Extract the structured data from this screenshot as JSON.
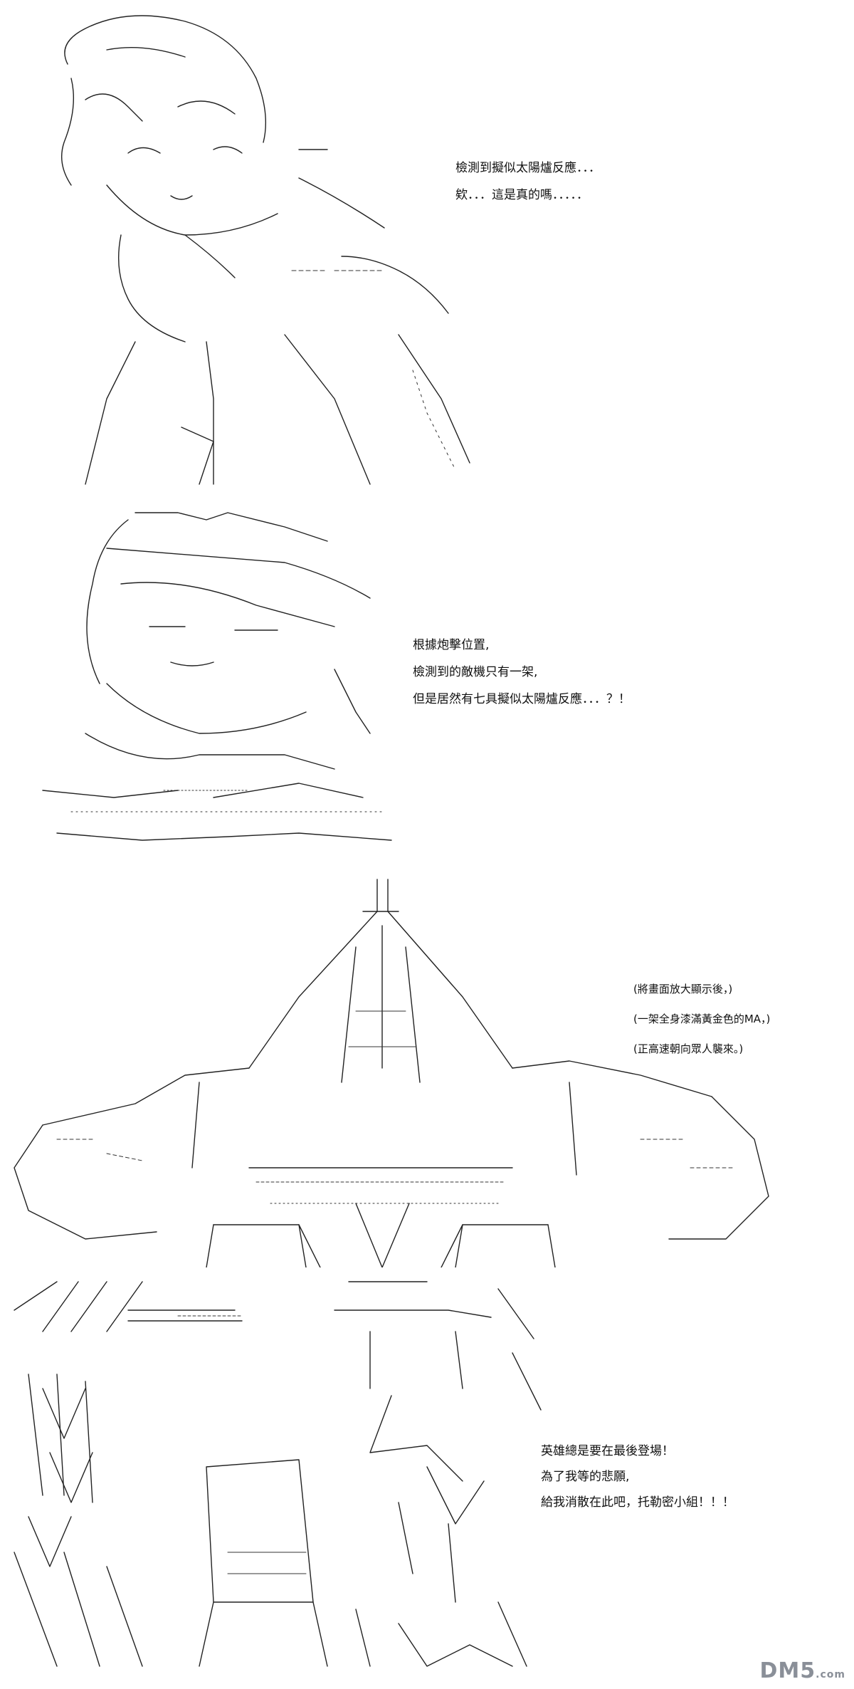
{
  "panels": [
    {
      "id": "panel-1",
      "captions": [
        "檢測到擬似太陽爐反應．．．",
        "欸．．．這是真的嗎．．．．．"
      ]
    },
    {
      "id": "panel-2",
      "captions": [
        "根據炮擊位置,",
        "檢測到的敵機只有一架,",
        "但是居然有七具擬似太陽爐反應．．．？！"
      ]
    },
    {
      "id": "panel-3",
      "captions": [
        "(將畫面放大顯示後，)",
        "(一架全身漆滿黃金色的MA，)",
        "(正高速朝向眾人襲來。)"
      ]
    },
    {
      "id": "panel-4",
      "captions": [
        "英雄總是要在最後登場！",
        "為了我等的悲願,",
        "給我消散在此吧，托勒密小組！！！"
      ]
    }
  ],
  "watermark": {
    "main": "DM5",
    "sub": ".com"
  }
}
